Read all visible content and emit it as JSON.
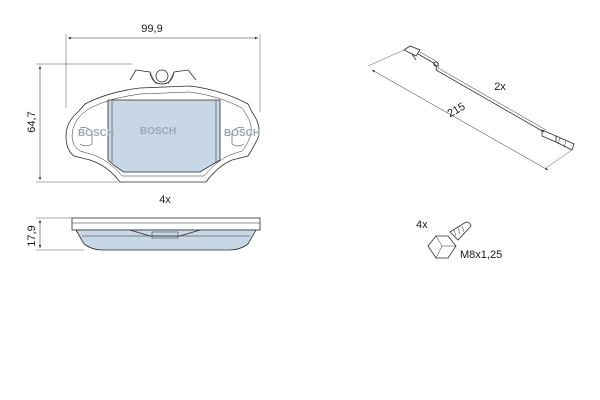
{
  "diagram": {
    "pad_width": "99,9",
    "pad_height": "64,7",
    "pad_thickness": "17,9",
    "pad_quantity": "4x",
    "brand_mark": "BOSCH",
    "wire_quantity": "2x",
    "wire_length": "215",
    "bolt_quantity": "4x",
    "bolt_thread": "M8x1,25"
  },
  "colors": {
    "friction": "#c8d7e6",
    "line": "#2a2a2a",
    "brand": "#9aa6b0"
  }
}
